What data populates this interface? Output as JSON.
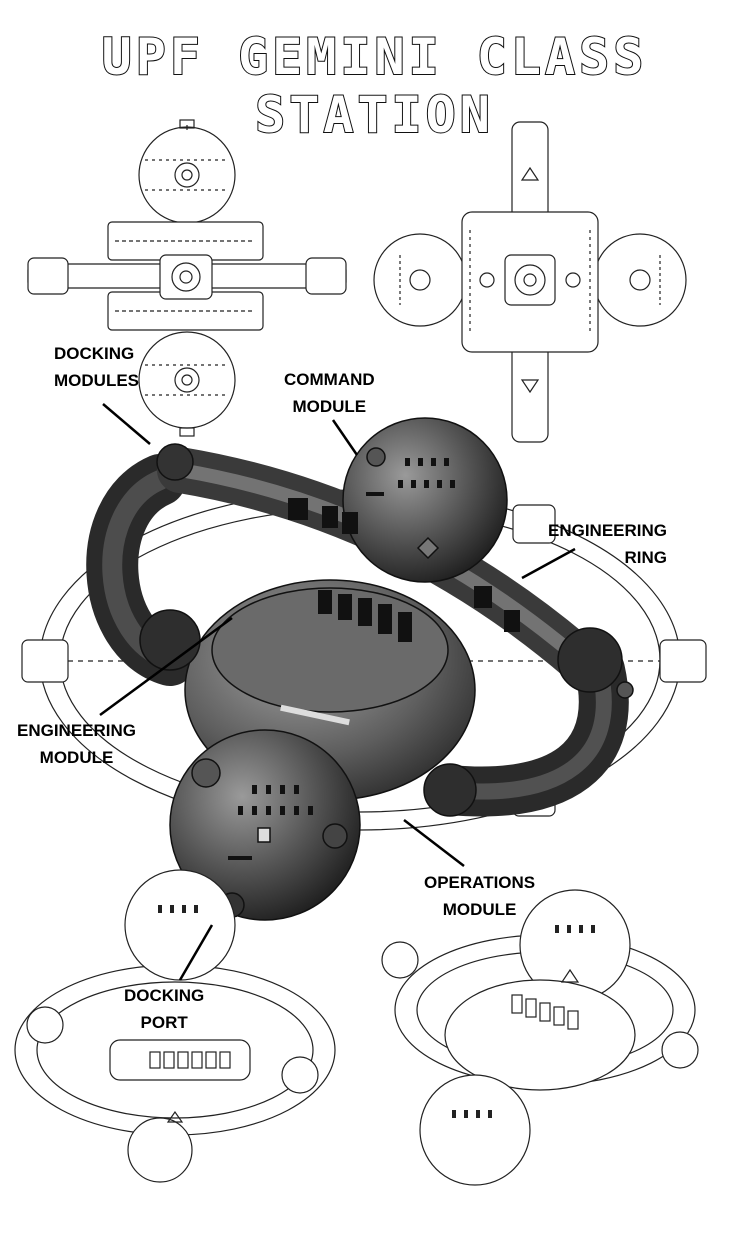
{
  "title": "UPF GEMINI CLASS STATION",
  "labels": {
    "docking_modules": [
      "DOCKING",
      "MODULES"
    ],
    "command_module": [
      "COMMAND",
      "MODULE"
    ],
    "engineering_ring": [
      "ENGINEERING",
      "RING"
    ],
    "engineering_module": [
      "ENGINEERING",
      "MODULE"
    ],
    "operations_module": [
      "OPERATIONS",
      "MODULE"
    ],
    "docking_port": [
      "DOCKING",
      "PORT"
    ]
  },
  "colors": {
    "line": "#1a1a1a",
    "shade_dark": "#2b2b2b",
    "shade_mid": "#5a5a5a",
    "shade_light": "#8a8a8a"
  }
}
